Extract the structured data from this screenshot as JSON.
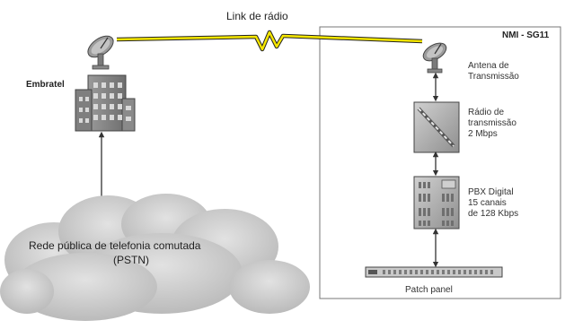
{
  "link_label": "Link de rádio",
  "left_site": {
    "name": "Embratel",
    "network_line1": "Rede pública de telefonia comutada",
    "network_line2": "(PSTN)"
  },
  "right_site": {
    "title": "NMI - SG11",
    "antenna": {
      "line1": "Antena de",
      "line2": "Transmissão"
    },
    "radio": {
      "line1": "Rádio de",
      "line2": "transmissão",
      "line3": "2 Mbps"
    },
    "pbx": {
      "line1": "PBX Digital",
      "line2": "15 canais",
      "line3": "de 128 Kbps"
    },
    "patch_panel": "Patch panel"
  },
  "colors": {
    "lightning": "#f5e600",
    "lightning_outline": "#222222",
    "building": "#8c8c8c",
    "cloud": "#c9c9c9",
    "device": "#a9a9a9"
  },
  "icons": [
    "satellite-dish-icon",
    "building-icon",
    "cloud-icon",
    "radio-device-icon",
    "pbx-device-icon",
    "patch-panel-icon"
  ]
}
